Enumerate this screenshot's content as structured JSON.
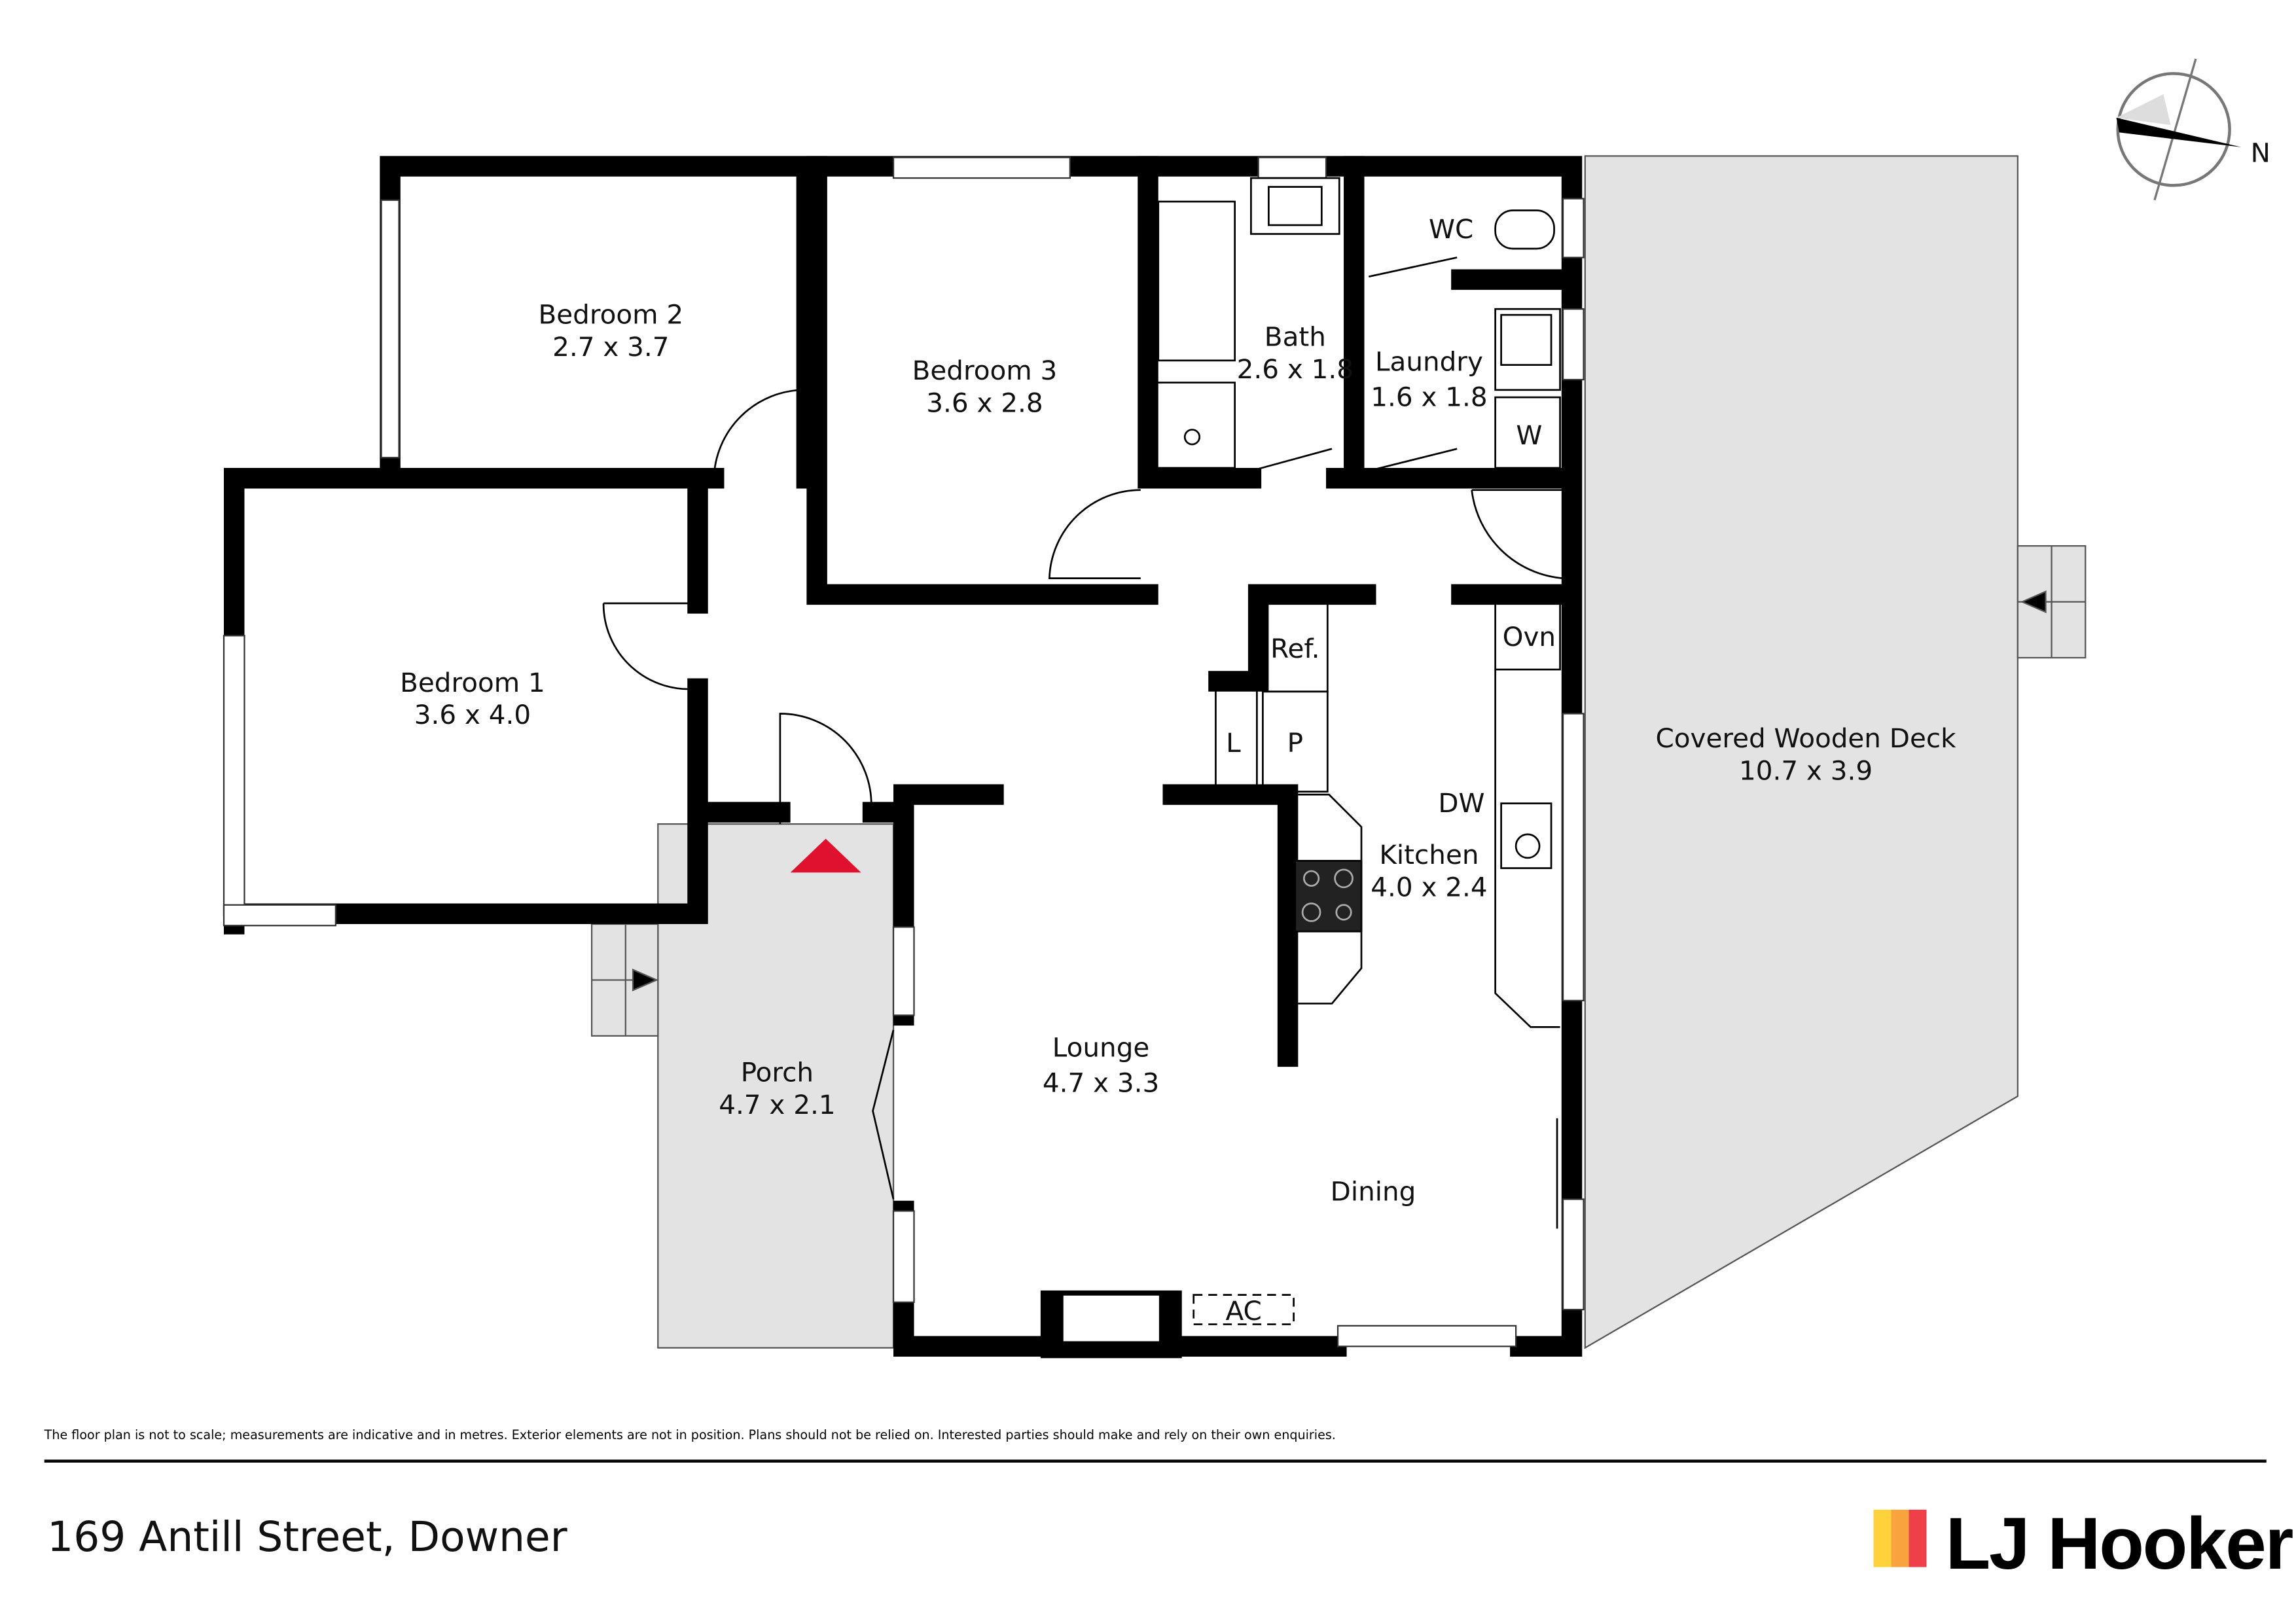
{
  "rooms": {
    "bedroom2": {
      "name": "Bedroom 2",
      "size": "2.7 x 3.7"
    },
    "bedroom3": {
      "name": "Bedroom 3",
      "size": "3.6 x 2.8"
    },
    "bath": {
      "name": "Bath",
      "size": "2.6 x 1.8"
    },
    "laundry": {
      "name": "Laundry",
      "size": "1.6 x 1.8"
    },
    "wc": {
      "name": "WC"
    },
    "bedroom1": {
      "name": "Bedroom 1",
      "size": "3.6 x 4.0"
    },
    "kitchen": {
      "name": "Kitchen",
      "size": "4.0 x 2.4"
    },
    "lounge": {
      "name": "Lounge",
      "size": "4.7 x 3.3"
    },
    "porch": {
      "name": "Porch",
      "size": "4.7 x 2.1"
    },
    "dining": {
      "name": "Dining"
    },
    "deck": {
      "name": "Covered Wooden Deck",
      "size": "10.7 x 3.9"
    }
  },
  "fixtures": {
    "ref": "Ref.",
    "l": "L",
    "p": "P",
    "ovn": "Ovn",
    "dw": "DW",
    "w": "W",
    "ac": "AC"
  },
  "compass": {
    "label": "N"
  },
  "disclaimer": "The floor plan is not to scale; measurements are indicative and in metres. Exterior elements are not in position. Plans should not be relied on. Interested parties should make and rely on their own enquiries.",
  "address": "169 Antill Street, Downer",
  "brand": {
    "name": "LJ Hooker",
    "colors": [
      "#FFD13B",
      "#F8A33D",
      "#EF4049"
    ]
  },
  "entry_marker_color": "#E0102F"
}
